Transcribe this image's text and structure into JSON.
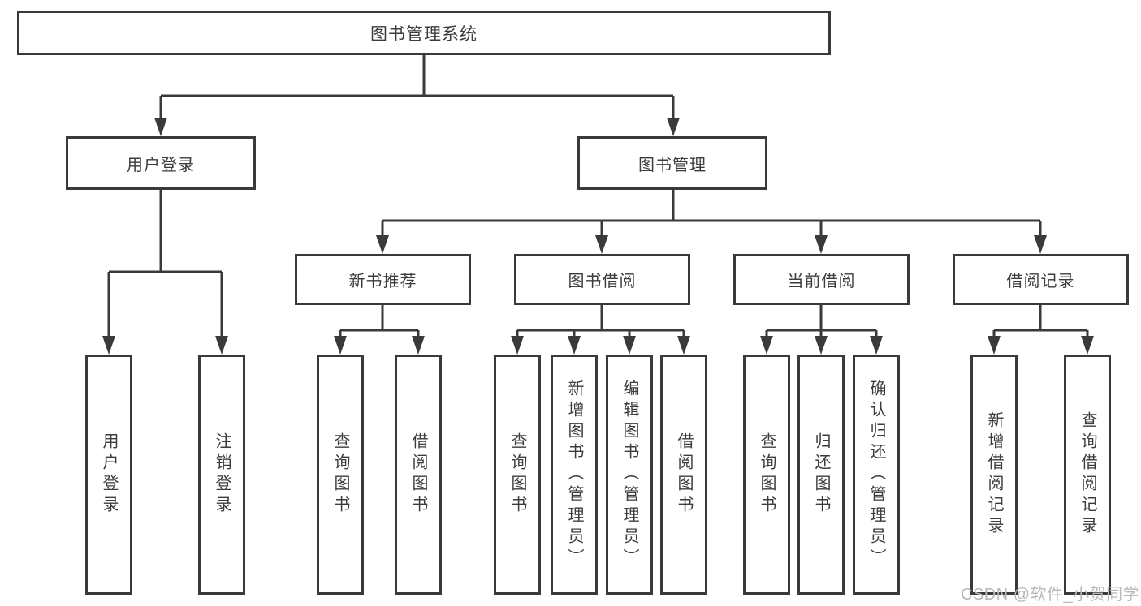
{
  "diagram": {
    "title": "图书管理系统",
    "level2": {
      "user_login": "用户登录",
      "book_mgmt": "图书管理"
    },
    "level3": {
      "new_books": "新书推荐",
      "borrowing": "图书借阅",
      "current": "当前借阅",
      "records": "借阅记录"
    },
    "leaves": {
      "login": "用户登录",
      "logout": "注销登录",
      "nb_query": "查询图书",
      "nb_borrow": "借阅图书",
      "bb_query": "查询图书",
      "bb_add": "新增图书（管理员）",
      "bb_edit": "编辑图书（管理员）",
      "bb_borrow": "借阅图书",
      "cb_query": "查询图书",
      "cb_return": "归还图书",
      "cb_confirm": "确认归还（管理员）",
      "rec_add": "新增借阅记录",
      "rec_query": "查询借阅记录"
    },
    "colors": {
      "line": "#3a3a3a",
      "text": "#3c3c3c",
      "background": "#ffffff",
      "watermark": "#b9b9b9"
    }
  },
  "watermark": {
    "text": "CSDN @软件_小贺同学"
  }
}
